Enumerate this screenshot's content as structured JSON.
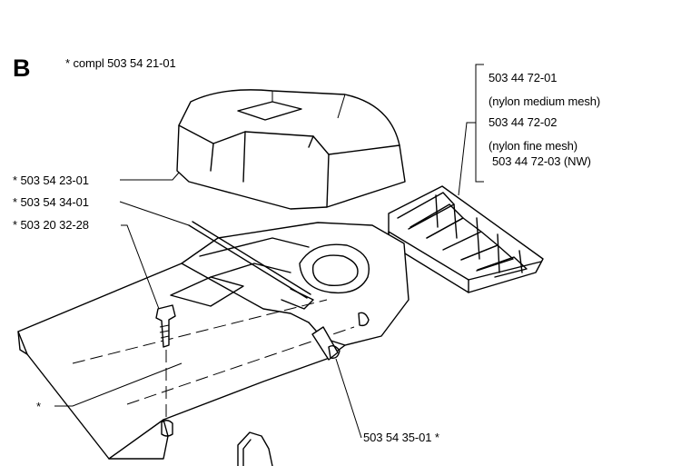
{
  "section": {
    "letter": "B"
  },
  "labels": {
    "compl": "* compl 503 54 21-01",
    "cover_top": "* 503 54 23-01",
    "rod": "* 503 54 34-01",
    "screw": "* 503 20 32-28",
    "base": "*",
    "nut": "503 54 35-01  *",
    "filter": {
      "line1": "503 44 72-01",
      "line2": "(nylon medium mesh)",
      "line3": "503 44 72-02",
      "line4": "(nylon fine mesh)",
      "line5": "503 44 72-03 (NW)"
    }
  }
}
